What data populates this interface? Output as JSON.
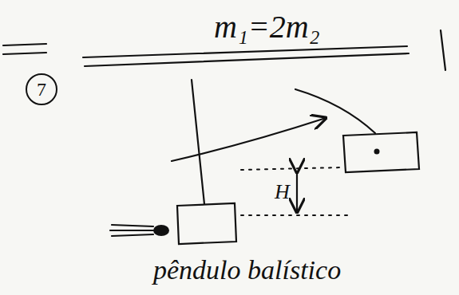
{
  "diagram": {
    "nodes": [
      {
        "text": [
          "7"
        ]
      }
    ],
    "labels": [
      "m₁=2m₂",
      "H",
      "pêndulo balístico"
    ]
  }
}
